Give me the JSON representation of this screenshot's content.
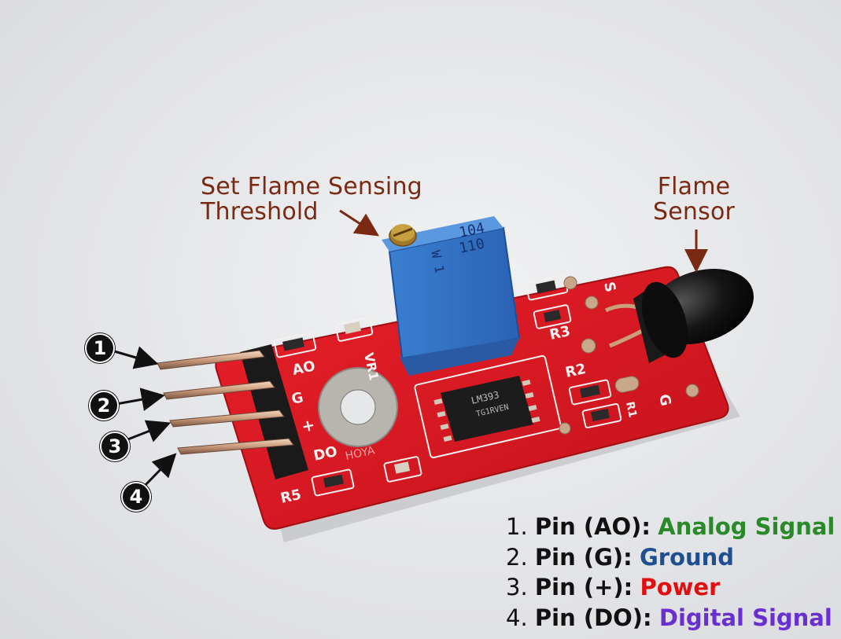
{
  "callouts": {
    "threshold": {
      "line1": "Set Flame Sensing",
      "line2": "Threshold"
    },
    "sensor": {
      "line1": "Flame",
      "line2": "Sensor"
    }
  },
  "callout_color": "#7a2a12",
  "badges": [
    "1",
    "2",
    "3",
    "4"
  ],
  "board_labels": {
    "ao": "AO",
    "g": "G",
    "plus": "+",
    "do": "DO",
    "r5": "R5",
    "s": "S",
    "r3": "R3",
    "r2": "R2",
    "g2": "G",
    "vr1": "VR1",
    "hoya": "HOYA",
    "r1": "R1"
  },
  "potentiometer": {
    "line1": "104",
    "line2": "110",
    "mark": "W 1"
  },
  "chip_text": {
    "line1": "LM393",
    "line2": "TG1RVEN"
  },
  "legend": [
    {
      "num": "1.",
      "pin": "Pin (AO):",
      "desc": "Analog Signal",
      "color": "#2a8a2a"
    },
    {
      "num": "2.",
      "pin": "Pin (G):",
      "desc": "Ground",
      "color": "#1f4f8f"
    },
    {
      "num": "3.",
      "pin": "Pin (+):",
      "desc": "Power",
      "color": "#e01010"
    },
    {
      "num": "4.",
      "pin": "Pin (DO):",
      "desc": "Digital Signal",
      "color": "#6a2fd0"
    }
  ]
}
